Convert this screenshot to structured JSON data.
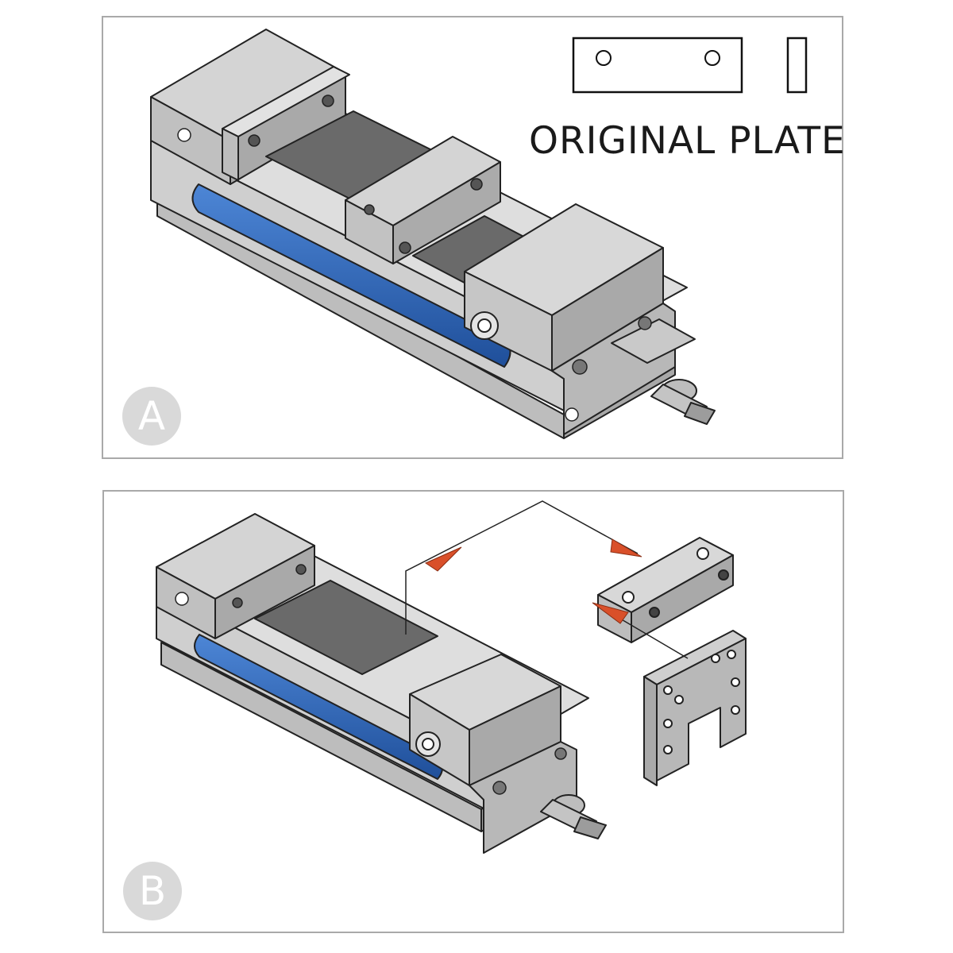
{
  "panels": [
    {
      "id": "A",
      "badge": "A",
      "caption": "ORIGINAL PLATE"
    },
    {
      "id": "B",
      "badge": "B"
    }
  ],
  "colors": {
    "steel_light": "#d6d6d6",
    "steel_mid": "#bcbcbc",
    "steel_dark": "#9e9e9e",
    "slot_dark": "#4a4a4a",
    "blue_panel": "#2e63b8",
    "arrow_red": "#d9502a",
    "badge_gray": "#d9d9d9",
    "frame_gray": "#a9a9a9"
  },
  "icons": [
    "vise-illustration",
    "original-plate-front-view",
    "original-plate-side-view",
    "removed-jaw-block",
    "replacement-end-plate",
    "direction-arrow"
  ]
}
